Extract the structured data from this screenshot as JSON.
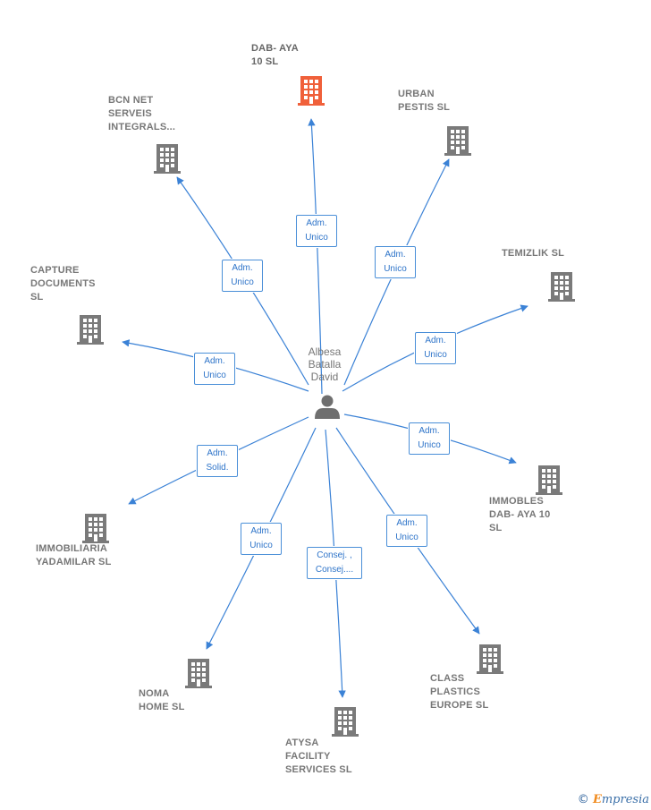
{
  "center": {
    "name": "Albesa\nBatalla\nDavid",
    "icon": "person-icon"
  },
  "companies": [
    {
      "id": "dab-aya-10",
      "name": "DAB- AYA\n10  SL",
      "highlight": true
    },
    {
      "id": "urban-pestis",
      "name": "URBAN\nPESTIS  SL"
    },
    {
      "id": "bcn-net",
      "name": "BCN NET\nSERVEIS\nINTEGRALS..."
    },
    {
      "id": "temizlik",
      "name": "TEMIZLIK  SL"
    },
    {
      "id": "capture",
      "name": "CAPTURE\nDOCUMENTS\nSL"
    },
    {
      "id": "immobles",
      "name": "IMMOBLES\nDAB- AYA 10\nSL"
    },
    {
      "id": "yadamilar",
      "name": "IMMOBILIARIA\nYADAMILAR  SL"
    },
    {
      "id": "class-plastics",
      "name": "CLASS\nPLASTICS\nEUROPE  SL"
    },
    {
      "id": "noma-home",
      "name": "NOMA\nHOME  SL"
    },
    {
      "id": "atysa",
      "name": "ATYSA\nFACILITY\nSERVICES  SL"
    }
  ],
  "edges": [
    {
      "to": "dab-aya-10",
      "label": "Adm.\nUnico"
    },
    {
      "to": "urban-pestis",
      "label": "Adm.\nUnico"
    },
    {
      "to": "bcn-net",
      "label": "Adm.\nUnico"
    },
    {
      "to": "temizlik",
      "label": "Adm.\nUnico"
    },
    {
      "to": "capture",
      "label": "Adm.\nUnico"
    },
    {
      "to": "immobles",
      "label": "Adm.\nUnico"
    },
    {
      "to": "yadamilar",
      "label": "Adm.\nSolid."
    },
    {
      "to": "class-plastics",
      "label": "Adm.\nUnico"
    },
    {
      "to": "noma-home",
      "label": "Adm.\nUnico"
    },
    {
      "to": "atysa",
      "label": "Consej. ,\nConsej...."
    }
  ],
  "colors": {
    "edge": "#3b82d6",
    "building": "#7a7a7a",
    "building_highlight": "#f0603a",
    "person": "#6f6f6f"
  },
  "footer": {
    "copyright": "©",
    "brand_initial": "E",
    "brand_rest": "mpresia"
  }
}
